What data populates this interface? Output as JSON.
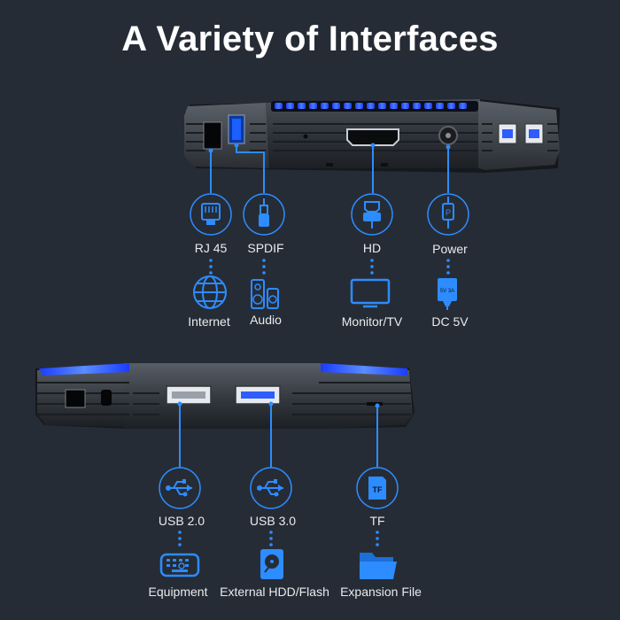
{
  "title": "A Variety of Interfaces",
  "colors": {
    "background": "#262c35",
    "accent": "#1e90ff",
    "led": "#3a6cff"
  },
  "top_ports": [
    {
      "label": "RJ 45",
      "icon": "ethernet-icon",
      "device_label": "Internet",
      "device_icon": "globe-icon"
    },
    {
      "label": "SPDIF",
      "icon": "spdif-jack-icon",
      "device_label": "Audio",
      "device_icon": "speaker-icon"
    },
    {
      "label": "HD",
      "icon": "hdmi-plug-icon",
      "device_label": "Monitor/TV",
      "device_icon": "monitor-icon"
    },
    {
      "label": "Power",
      "icon": "power-plug-icon",
      "device_label": "DC 5V",
      "device_icon": "power-adapter-icon",
      "device_text": "5V 3A"
    }
  ],
  "bottom_ports": [
    {
      "label": "USB 2.0",
      "icon": "usb-icon",
      "device_label": "Equipment",
      "device_icon": "keyboard-icon"
    },
    {
      "label": "USB 3.0",
      "icon": "usb-icon",
      "device_label": "External HDD/Flash",
      "device_icon": "hard-drive-icon"
    },
    {
      "label": "TF",
      "icon": "tf-card-icon",
      "icon_text": "TF",
      "device_label": "Expansion File",
      "device_icon": "folder-icon"
    }
  ]
}
